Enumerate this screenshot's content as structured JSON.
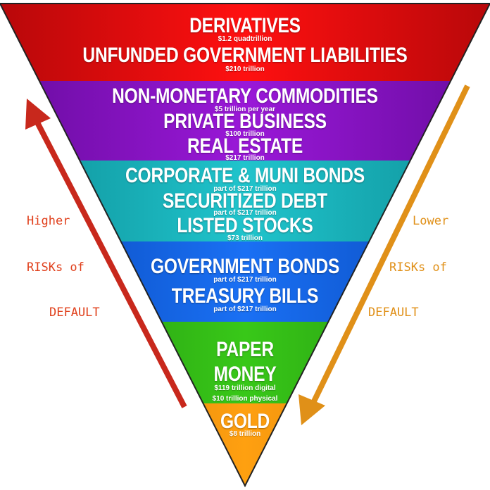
{
  "tiers": [
    {
      "name": "red",
      "color": "#e8080a",
      "items": [
        {
          "title": "DERIVATIVES",
          "value": "$1.2 quadtrillion"
        },
        {
          "title": "UNFUNDED GOVERNMENT LIABILITIES",
          "value": "$210 trillion"
        }
      ]
    },
    {
      "name": "purple",
      "color": "#8a10c0",
      "items": [
        {
          "title": "NON-MONETARY COMMODITIES",
          "value": "$5 trillion per year"
        },
        {
          "title": "PRIVATE BUSINESS",
          "value": "$100 trillion"
        },
        {
          "title": "REAL ESTATE",
          "value": "$217 trillion"
        }
      ]
    },
    {
      "name": "teal",
      "color": "#14b0b8",
      "items": [
        {
          "title": "CORPORATE & MUNI BONDS",
          "value": "part of $217 trillion"
        },
        {
          "title": "SECURITIZED DEBT",
          "value": "part of $217 trillion"
        },
        {
          "title": "LISTED STOCKS",
          "value": "$73 trillion"
        }
      ]
    },
    {
      "name": "blue",
      "color": "#1060e0",
      "items": [
        {
          "title": "GOVERNMENT BONDS",
          "value": "part of $217 trillion"
        },
        {
          "title": "TREASURY BILLS",
          "value": "part of $217 trillion"
        }
      ]
    },
    {
      "name": "green",
      "color": "#30b818",
      "items": [
        {
          "title": "PAPER",
          "value": ""
        },
        {
          "title": "MONEY",
          "value": "$119 trillion digital",
          "value2": "$10 trillion physical"
        }
      ]
    },
    {
      "name": "orange",
      "color": "#f09010",
      "items": [
        {
          "title": "GOLD",
          "value": "$8 trillion"
        }
      ]
    }
  ],
  "left_label": {
    "line1": "Higher",
    "line2": "RISKs of",
    "line3": "DEFAULT",
    "color": "#c8281c"
  },
  "right_label": {
    "line1": "Lower",
    "line2": "RISKs of",
    "line3": "DEFAULT",
    "color": "#e09018"
  }
}
